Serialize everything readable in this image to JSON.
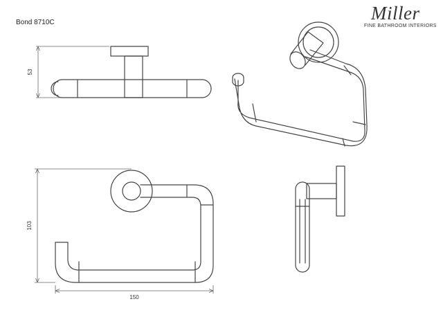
{
  "model": "Bond 8710C",
  "brand": {
    "name": "Miller",
    "tagline": "FINE BATHROOM INTERIORS"
  },
  "dimensions": {
    "side_height": "53",
    "front_height": "103",
    "front_width": "150"
  },
  "colors": {
    "line": "#444444",
    "dimension_line": "#666666",
    "background": "#ffffff"
  }
}
